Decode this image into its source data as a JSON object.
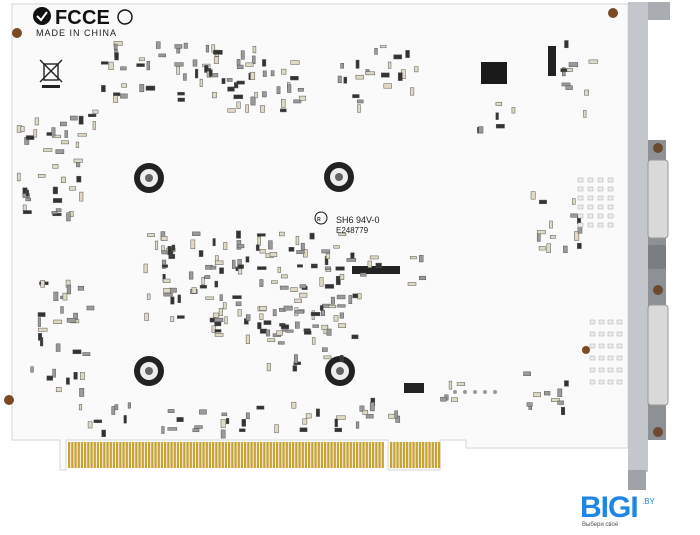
{
  "board": {
    "made_in": "MADE IN CHINA",
    "fcc": "FC",
    "ce": "CE",
    "pcb_rating": "SH6 94V-0",
    "pcb_code": "E248779"
  },
  "logo": {
    "main": "BIGI",
    "suffix": ".BY",
    "tagline": "Выбери своё"
  },
  "colors": {
    "pcb": "#ffffff",
    "gold_fingers": "#c8a234",
    "bracket": "#b9bcc0",
    "brand_blue": "#1e87e6"
  }
}
